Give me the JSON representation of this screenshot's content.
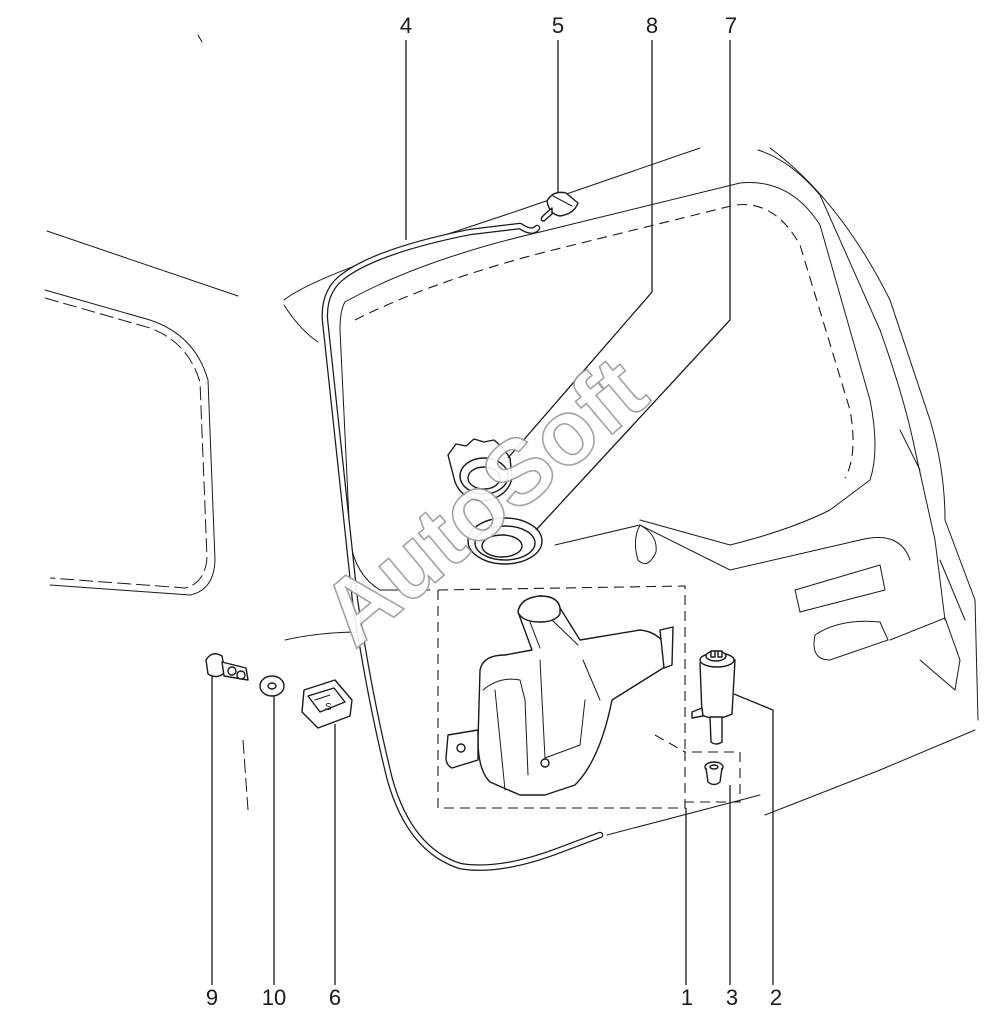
{
  "watermark": "AutoSoft",
  "callouts": {
    "c1": "1",
    "c2": "2",
    "c3": "3",
    "c4": "4",
    "c5": "5",
    "c6": "6",
    "c7": "7",
    "c8": "8",
    "c9": "9",
    "c10": "10"
  },
  "reservoir_label": "",
  "clip_mark": "S"
}
